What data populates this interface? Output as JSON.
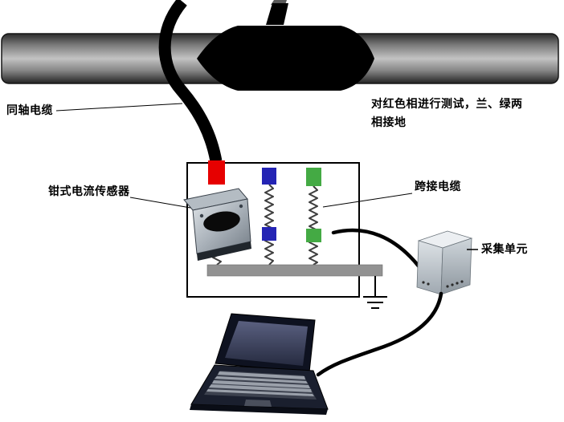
{
  "diagram": {
    "labels": {
      "coaxial_cable": "同轴电缆",
      "test_note_line1": "对红色相进行测试，兰、绿两",
      "test_note_line2": "相接地",
      "clamp_current_sensor": "钳式电流传感器",
      "jumper_cable": "跨接电缆",
      "acquisition_unit": "采集单元"
    },
    "colors": {
      "red_phase": "#e60000",
      "blue_phase": "#2424b4",
      "green_phase": "#44aa44",
      "busbar_gray": "#929292"
    }
  }
}
